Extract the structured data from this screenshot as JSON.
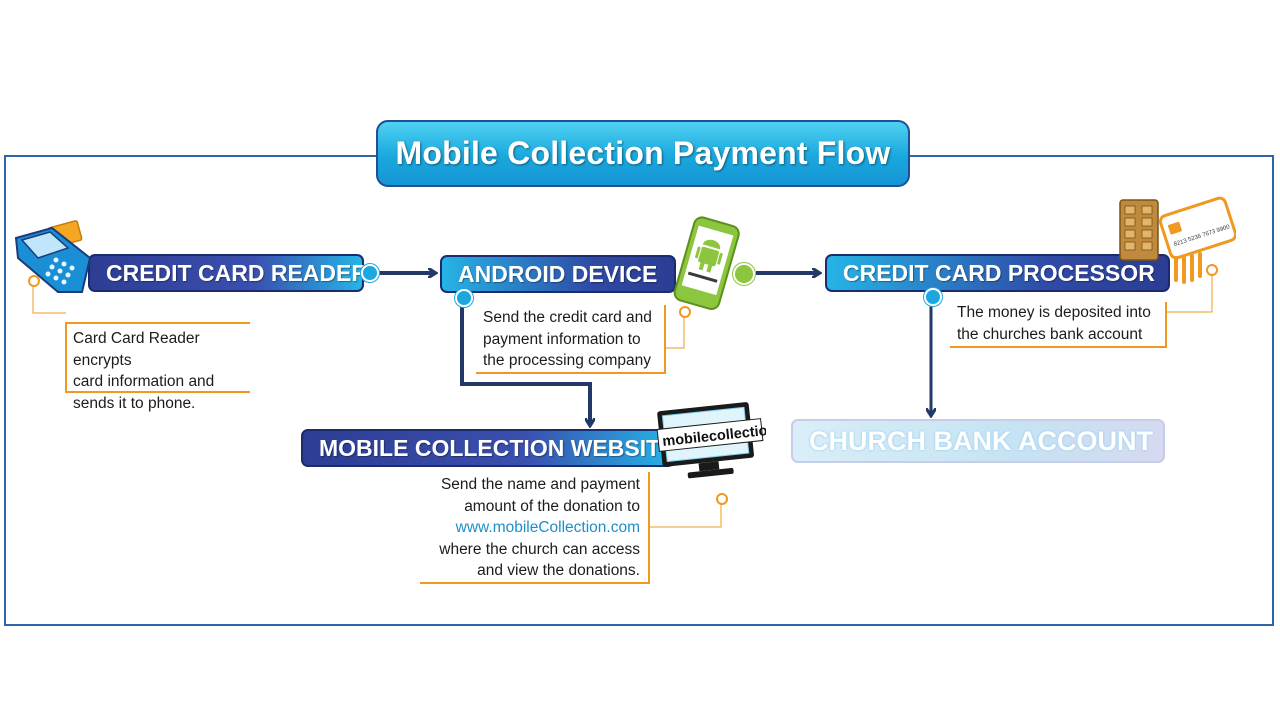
{
  "title": "Mobile Collection Payment Flow",
  "nodes": {
    "reader": "CREDIT CARD READER",
    "android": "ANDROID DEVICE",
    "processor": "CREDIT CARD PROCESSOR",
    "website": "MOBILE COLLECTION WEBSITE",
    "bank": "CHURCH BANK ACCOUNT"
  },
  "notes": {
    "reader": [
      "Card Card Reader encrypts",
      "card information and",
      "sends it to phone."
    ],
    "android": [
      "Send the credit card and",
      "payment information to",
      "the processing company"
    ],
    "processor": [
      "The money is deposited into",
      "the churches bank account"
    ],
    "website_lines": [
      "Send the name and payment",
      "amount of the donation to"
    ],
    "website_link": "www.mobileCollection.com",
    "website_tail": [
      "where the church can access",
      "and view the donations."
    ]
  },
  "icon_text": {
    "monitor": "mobilecollection.com",
    "card_number": "8213 5236 7673 9900"
  },
  "icons": [
    "card-reader-icon",
    "android-phone-icon",
    "monitor-icon",
    "credit-card-chip-icon"
  ],
  "colors": {
    "primary": "#2d3d94",
    "accent": "#1da7e0",
    "note_border": "#f0981f",
    "android": "#8cc63f"
  }
}
